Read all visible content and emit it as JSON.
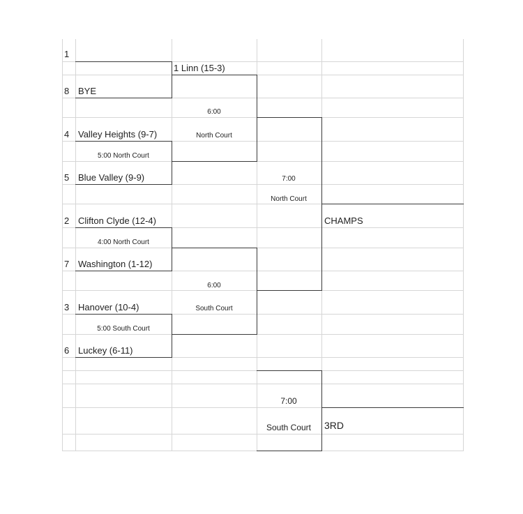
{
  "rows": [
    {
      "seed": "1",
      "team": ""
    },
    {
      "seed": "8",
      "team": "BYE"
    },
    {
      "seed": "4",
      "team": "Valley Heights (9-7)"
    },
    {
      "seed": "5",
      "team": "Blue Valley (9-9)"
    },
    {
      "seed": "2",
      "team": "Clifton Clyde (12-4)"
    },
    {
      "seed": "7",
      "team": "Washington (1-12)"
    },
    {
      "seed": "3",
      "team": "Hanover (10-4)"
    },
    {
      "seed": "6",
      "team": "Luckey (6-11)"
    }
  ],
  "round1": {
    "g45": "5:00 North Court",
    "g27": "4:00 North Court",
    "g36": "5:00 South Court"
  },
  "round2": {
    "top_team": "1 Linn (15-3)",
    "top_time": "6:00",
    "top_court": "North Court",
    "bottom_time": "6:00",
    "bottom_court": "South Court"
  },
  "final": {
    "time": "7:00",
    "court": "North Court",
    "label": "CHAMPS"
  },
  "third": {
    "time": "7:00",
    "court": "South Court",
    "label": "3RD"
  }
}
